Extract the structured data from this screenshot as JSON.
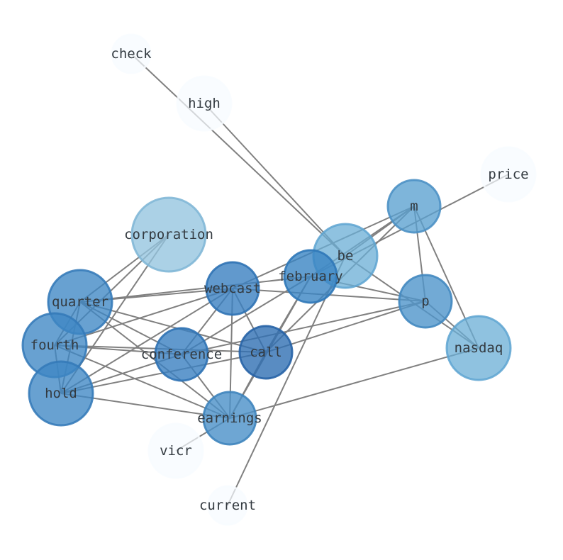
{
  "graph": {
    "nodes": [
      {
        "id": "check",
        "label": "check",
        "fill": "#f7fbff",
        "stroke": "#f7fbff",
        "opacity": 0.7
      },
      {
        "id": "high",
        "label": "high",
        "fill": "#f7fbff",
        "stroke": "#f7fbff",
        "opacity": 0.7
      },
      {
        "id": "price",
        "label": "price",
        "fill": "#f7fbff",
        "stroke": "#f7fbff",
        "opacity": 0.7
      },
      {
        "id": "m",
        "label": "m",
        "fill": "#5aa0d0",
        "stroke": "#4a90c4",
        "opacity": 0.78
      },
      {
        "id": "corporation",
        "label": "corporation",
        "fill": "#94c4df",
        "stroke": "#7fb6d6",
        "opacity": 0.78
      },
      {
        "id": "be",
        "label": "be",
        "fill": "#6aaed6",
        "stroke": "#5ea5d1",
        "opacity": 0.75
      },
      {
        "id": "february",
        "label": "february",
        "fill": "#3a85c3",
        "stroke": "#2f78b8",
        "opacity": 0.8
      },
      {
        "id": "webcast",
        "label": "webcast",
        "fill": "#3a7fc0",
        "stroke": "#2f72b4",
        "opacity": 0.8
      },
      {
        "id": "p",
        "label": "p",
        "fill": "#4f95cb",
        "stroke": "#4388c0",
        "opacity": 0.8
      },
      {
        "id": "quarter",
        "label": "quarter",
        "fill": "#3e86c4",
        "stroke": "#347ab8",
        "opacity": 0.78
      },
      {
        "id": "fourth",
        "label": "fourth",
        "fill": "#3e86c4",
        "stroke": "#347ab8",
        "opacity": 0.78
      },
      {
        "id": "conference",
        "label": "conference",
        "fill": "#3a7fc0",
        "stroke": "#2f72b4",
        "opacity": 0.8
      },
      {
        "id": "call",
        "label": "call",
        "fill": "#2f6fb3",
        "stroke": "#2763a6",
        "opacity": 0.8
      },
      {
        "id": "nasdaq",
        "label": "nasdaq",
        "fill": "#6aaed6",
        "stroke": "#5ea5d1",
        "opacity": 0.75
      },
      {
        "id": "hold",
        "label": "hold",
        "fill": "#3e86c4",
        "stroke": "#347ab8",
        "opacity": 0.78
      },
      {
        "id": "earnings",
        "label": "earnings",
        "fill": "#4a90c8",
        "stroke": "#3e84bc",
        "opacity": 0.8
      },
      {
        "id": "vicr",
        "label": "vicr",
        "fill": "#f7fbff",
        "stroke": "#f7fbff",
        "opacity": 0.7
      },
      {
        "id": "current",
        "label": "current",
        "fill": "#f7fbff",
        "stroke": "#f7fbff",
        "opacity": 0.7
      }
    ],
    "edges": [
      [
        "check",
        "be"
      ],
      [
        "high",
        "be"
      ],
      [
        "price",
        "february"
      ],
      [
        "m",
        "be"
      ],
      [
        "m",
        "february"
      ],
      [
        "m",
        "p"
      ],
      [
        "m",
        "nasdaq"
      ],
      [
        "m",
        "webcast"
      ],
      [
        "m",
        "call"
      ],
      [
        "corporation",
        "quarter"
      ],
      [
        "corporation",
        "fourth"
      ],
      [
        "corporation",
        "hold"
      ],
      [
        "be",
        "nasdaq"
      ],
      [
        "be",
        "current"
      ],
      [
        "february",
        "quarter"
      ],
      [
        "february",
        "conference"
      ],
      [
        "february",
        "call"
      ],
      [
        "february",
        "earnings"
      ],
      [
        "february",
        "p"
      ],
      [
        "webcast",
        "quarter"
      ],
      [
        "webcast",
        "fourth"
      ],
      [
        "webcast",
        "conference"
      ],
      [
        "webcast",
        "call"
      ],
      [
        "webcast",
        "earnings"
      ],
      [
        "webcast",
        "p"
      ],
      [
        "webcast",
        "hold"
      ],
      [
        "quarter",
        "conference"
      ],
      [
        "quarter",
        "call"
      ],
      [
        "quarter",
        "earnings"
      ],
      [
        "quarter",
        "fourth"
      ],
      [
        "quarter",
        "hold"
      ],
      [
        "fourth",
        "conference"
      ],
      [
        "fourth",
        "call"
      ],
      [
        "fourth",
        "earnings"
      ],
      [
        "fourth",
        "hold"
      ],
      [
        "conference",
        "earnings"
      ],
      [
        "conference",
        "hold"
      ],
      [
        "conference",
        "p"
      ],
      [
        "call",
        "hold"
      ],
      [
        "call",
        "earnings"
      ],
      [
        "call",
        "p"
      ],
      [
        "p",
        "nasdaq"
      ],
      [
        "hold",
        "earnings"
      ],
      [
        "earnings",
        "nasdaq"
      ],
      [
        "earnings",
        "vicr"
      ]
    ]
  }
}
